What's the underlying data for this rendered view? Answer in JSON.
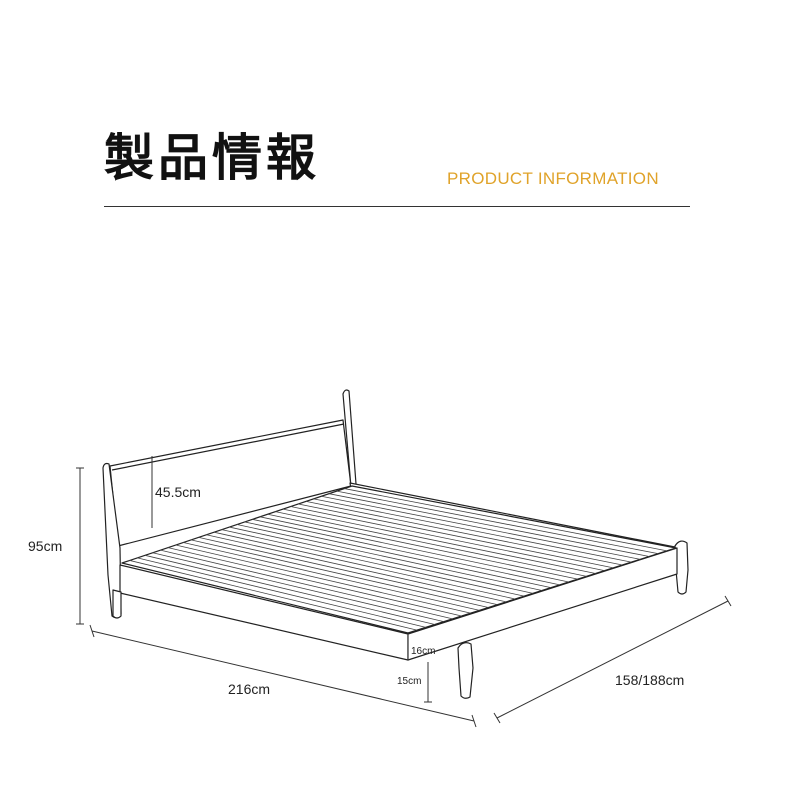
{
  "header": {
    "title_jp": "製品情報",
    "title_en": "PRODUCT INFORMATION",
    "accent_color": "#e0a32a"
  },
  "dimensions": {
    "total_height": "95cm",
    "headboard_height": "45.5cm",
    "length": "216cm",
    "width": "158/188cm",
    "frame_height": "16cm",
    "leg_clearance": "15cm"
  }
}
